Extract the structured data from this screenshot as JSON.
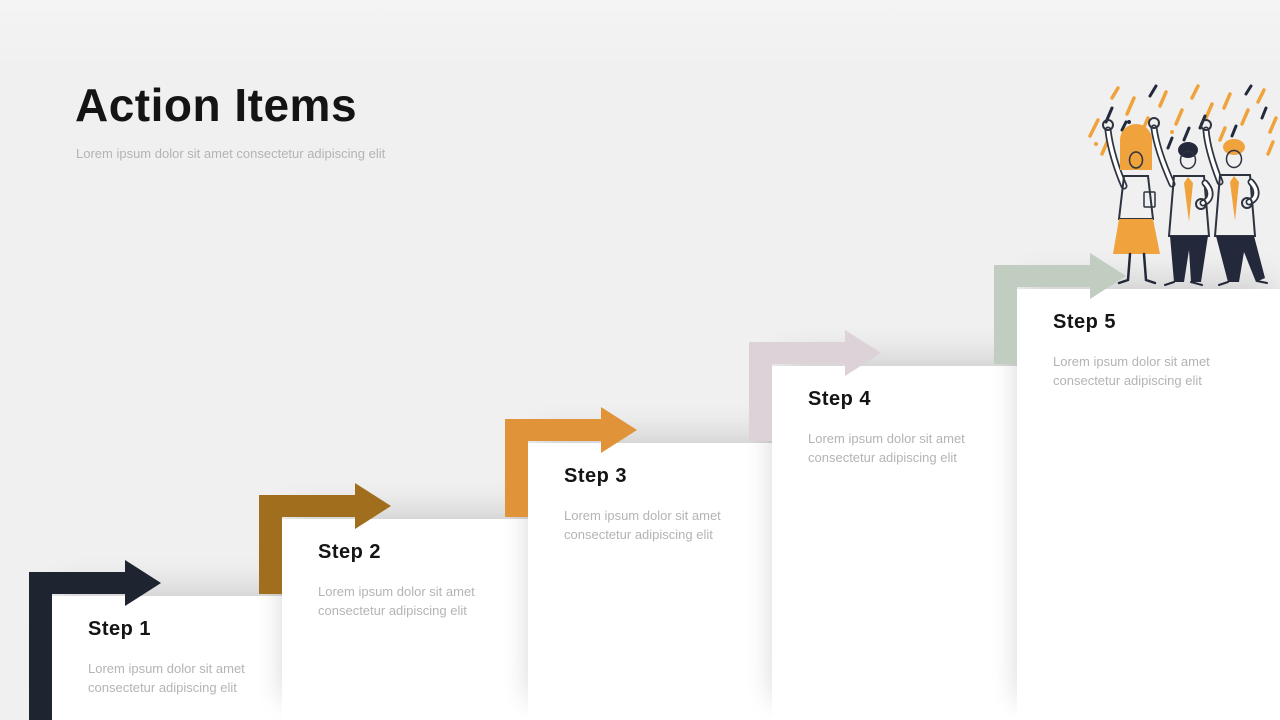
{
  "slide": {
    "title": "Action Items",
    "subtitle": "Lorem ipsum dolor sit amet consectetur adipiscing elit"
  },
  "steps": [
    {
      "label": "Step 1",
      "description": "Lorem ipsum dolor sit amet consectetur adipiscing elit",
      "color": "#1E2530"
    },
    {
      "label": "Step 2",
      "description": "Lorem ipsum dolor sit amet consectetur adipiscing elit",
      "color": "#A06E1C"
    },
    {
      "label": "Step 3",
      "description": "Lorem ipsum dolor sit amet consectetur adipiscing elit",
      "color": "#E09338"
    },
    {
      "label": "Step 4",
      "description": "Lorem ipsum dolor sit amet consectetur adipiscing elit",
      "color": "#DDD2D7"
    },
    {
      "label": "Step 5",
      "description": "Lorem ipsum dolor sit amet consectetur adipiscing elit",
      "color": "#C2CDC1"
    }
  ],
  "illustration": {
    "name": "celebrating-team"
  },
  "colors": {
    "background": "#F0F0F0",
    "card": "#FFFFFF",
    "title_text": "#141414",
    "muted_text": "#B5B3B3",
    "accent": "#F0A23C",
    "dark": "#23293A"
  }
}
